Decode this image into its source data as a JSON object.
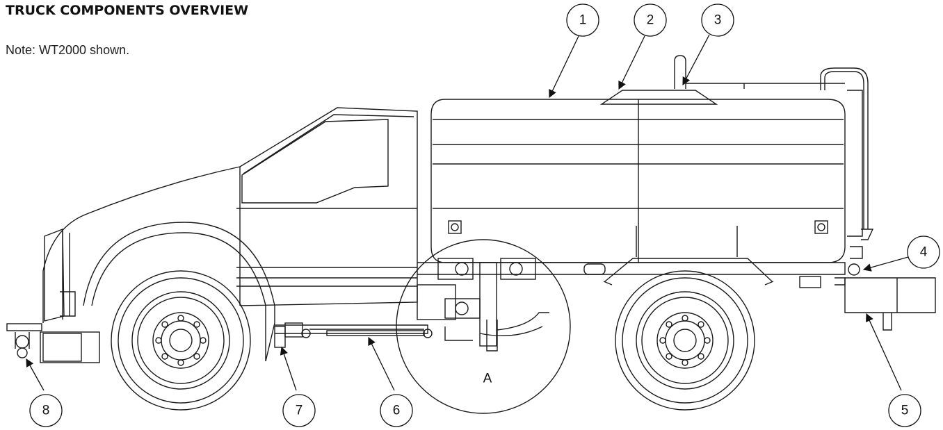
{
  "heading": "TRUCK COMPONENTS OVERVIEW",
  "note": "Note: WT2000 shown.",
  "callouts": [
    "1",
    "2",
    "3",
    "4",
    "5",
    "6",
    "7",
    "8"
  ],
  "detail_label": "A",
  "line_color": "#1a1a1a"
}
